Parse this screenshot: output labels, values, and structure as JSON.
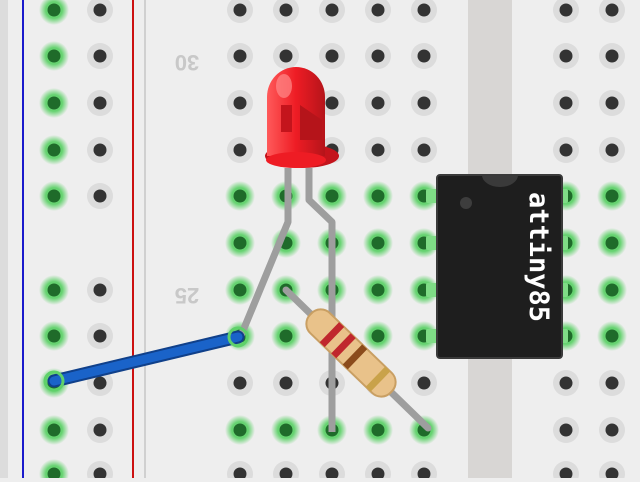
{
  "breadboard": {
    "row_labels": [
      "30",
      "25"
    ],
    "colors": {
      "board": "#eeeeee",
      "rail_blue": "#1a1acc",
      "rail_red": "#cc1111",
      "hole": "#333333",
      "hole_glow": "#5fd16a",
      "center_channel": "#d8d6d4"
    }
  },
  "chip": {
    "label": "attiny85",
    "color": "#1e1e1e"
  },
  "led": {
    "color": "#ee1c24"
  },
  "resistor": {
    "color": "#e9c28a"
  },
  "jumper_wire": {
    "color": "#1a63c9"
  }
}
